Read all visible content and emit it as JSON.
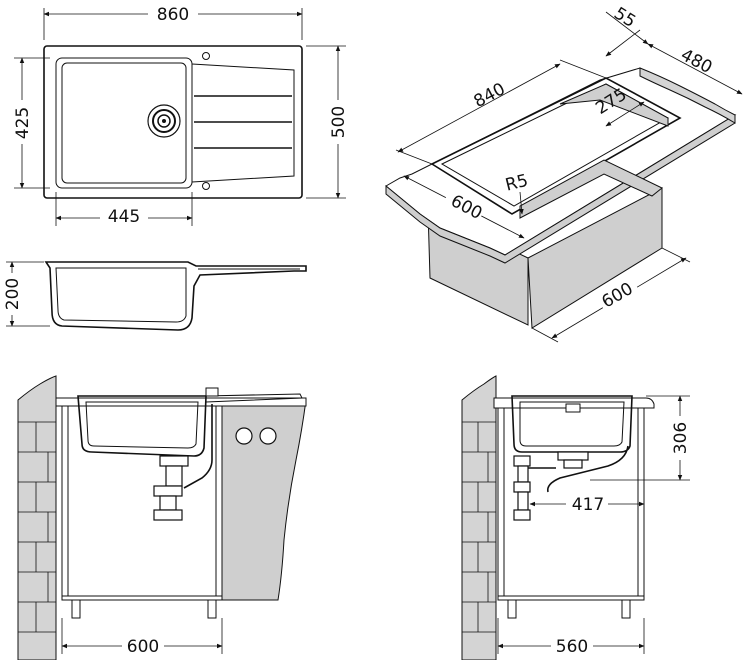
{
  "top_view": {
    "width": "860",
    "height": "500",
    "bowl_height": "425",
    "bowl_width": "445"
  },
  "side_view": {
    "depth": "200"
  },
  "iso_view": {
    "length": "840",
    "border": "55",
    "width": "480",
    "bowl_depth": "275",
    "radius": "R5",
    "cutout_width": "600",
    "cabinet_width": "600"
  },
  "front_install": {
    "cabinet_width": "600"
  },
  "side_install": {
    "height": "306",
    "drain_offset": "417",
    "cabinet_depth": "560"
  }
}
